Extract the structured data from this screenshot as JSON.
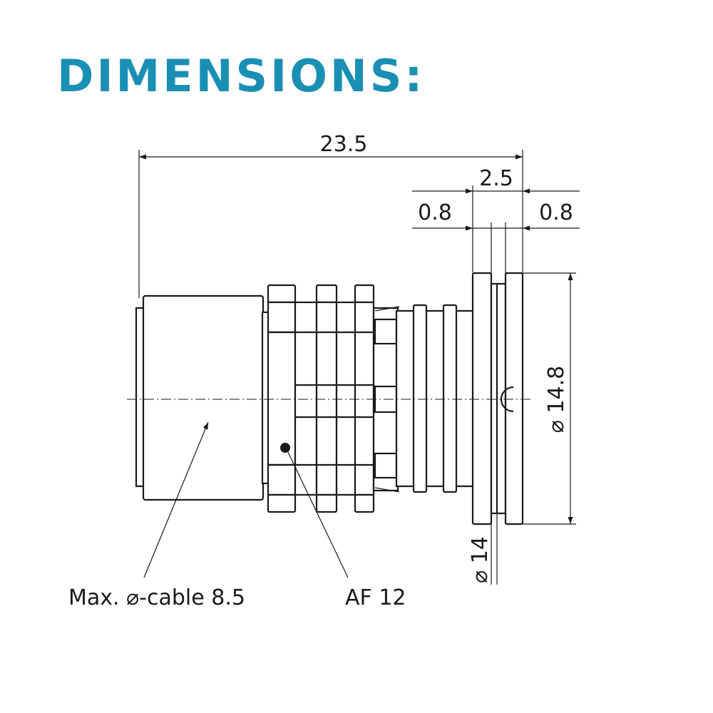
{
  "title": "DIMENSIONS:",
  "colors": {
    "title": "#1a8fb4",
    "line": "#1a1a1a",
    "background": "#ffffff"
  },
  "dimensions": {
    "overall_length": "23.5",
    "flange_width": "2.5",
    "left_gap": "0.8",
    "right_gap": "0.8",
    "diameter_outer": "⌀ 14.8",
    "diameter_inner": "⌀ 14"
  },
  "callouts": {
    "cable": "Max. ⌀-cable 8.5",
    "across_flats": "AF 12"
  }
}
